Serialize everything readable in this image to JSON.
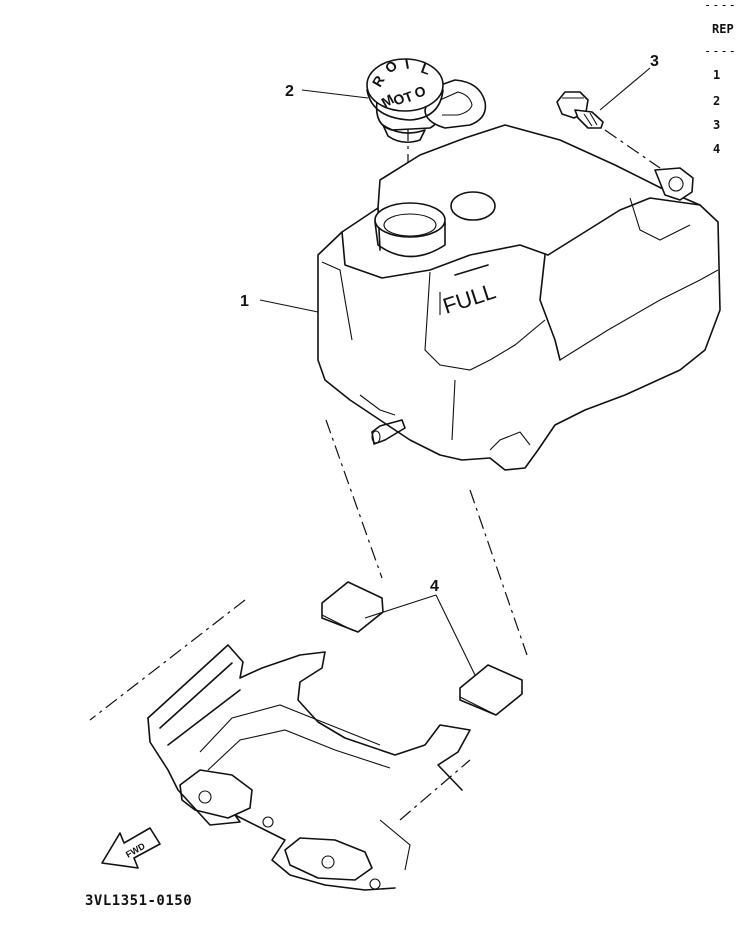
{
  "ref_table": {
    "header": "REP",
    "items": [
      "1",
      "2",
      "3",
      "4"
    ]
  },
  "parts": {
    "tank_number": "1",
    "cap_number": "2",
    "bolt_number": "3",
    "damper_number": "4"
  },
  "tank_marking": "FULL",
  "cap_marking": "MOTOR OIL",
  "cap_marking_display": [
    "M",
    "O",
    "T",
    "O",
    "R",
    "O",
    "I",
    "L"
  ],
  "direction_label": "FWD",
  "diagram_code": "3VL1351-0150"
}
